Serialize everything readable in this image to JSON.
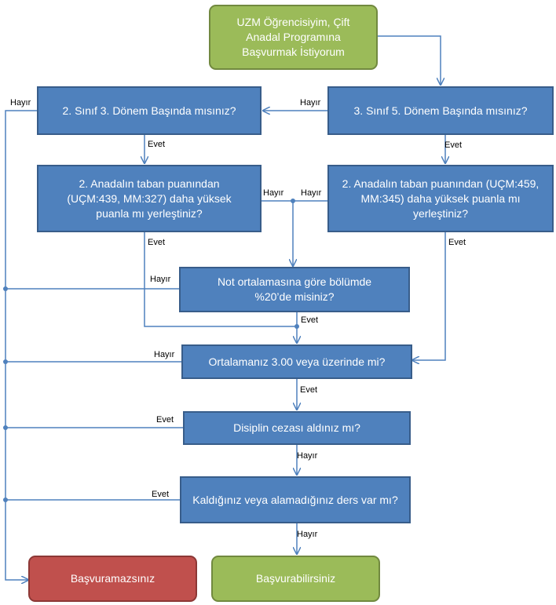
{
  "nodes": {
    "start": "UZM Öğrencisiyim, Çift Anadal Programına Başvurmak İstiyorum",
    "q_sinif5": "3. Sınıf 5. Dönem  Başında mısınız?",
    "q_sinif3": "2. Sınıf 3. Dönem  Başında mısınız?",
    "q_taban_left": "2. Anadalın taban puanından (UÇM:439, MM:327) daha yüksek puanla mı yerleştiniz?",
    "q_taban_right": "2. Anadalın taban puanından (UÇM:459, MM:345) daha yüksek puanla mı yerleştiniz?",
    "q_not_ortalama": "Not ortalamasına göre bölümde %20’de misiniz?",
    "q_ortalama_300": "Ortalamanız 3.00 veya üzerinde mi?",
    "q_disiplin": "Disiplin cezası aldınız mı?",
    "q_kaldiginiz": "Kaldığınız veya alamadığınız ders var mı?",
    "end_no": "Başvuramazsınız",
    "end_yes": "Başvurabilirsiniz"
  },
  "labels": {
    "hayir_left_top": "Hayır",
    "hayir_right_top": "Hayır",
    "evet_left_1": "Evet",
    "evet_right_1": "Evet",
    "hayir_mid_left": "Hayır",
    "hayir_mid_right": "Hayır",
    "evet_left_2": "Evet",
    "evet_right_2": "Evet",
    "hayir_not": "Hayır",
    "evet_not": "Evet",
    "hayir_ort": "Hayır",
    "evet_ort": "Evet",
    "evet_dis": "Evet",
    "hayir_dis": "Hayır",
    "evet_kal": "Evet",
    "hayir_kal": "Hayır"
  },
  "colors": {
    "process_fill": "#4f81bd",
    "start_fill": "#9bbb59",
    "reject_fill": "#c0504d",
    "connector": "#4f81bd"
  }
}
